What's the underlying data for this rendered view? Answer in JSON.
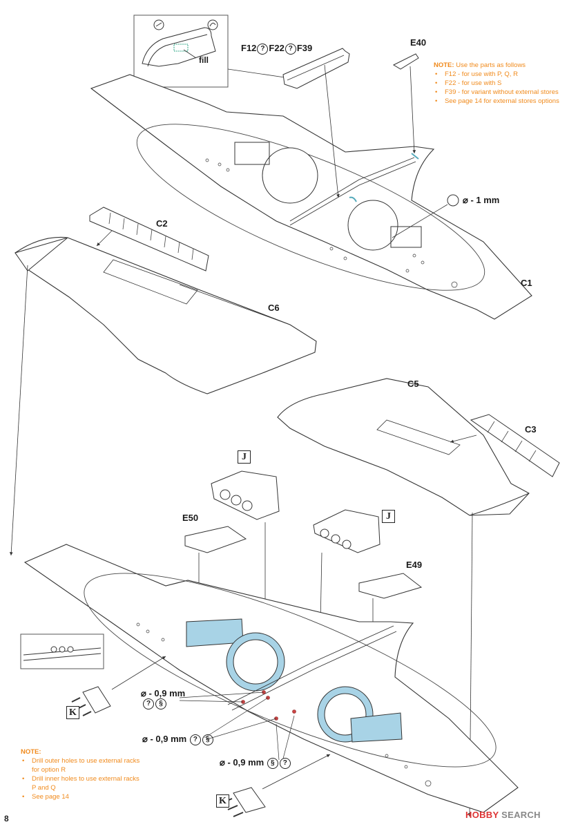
{
  "labels": {
    "f12": "F12",
    "f22": "F22",
    "f39": "F39",
    "e40": "E40",
    "c2": "C2",
    "c6": "C6",
    "c1": "C1",
    "c5": "C5",
    "c3": "C3",
    "e50": "E50",
    "e49": "E49",
    "j_left": "J",
    "j_right": "J",
    "k_left": "K",
    "k_bottom": "K",
    "fill": "fill"
  },
  "drill": {
    "top": "⌀ - 1 mm",
    "a": "⌀ - 0,9 mm",
    "b": "⌀ - 0,9 mm",
    "c": "⌀ - 0,9 mm"
  },
  "note_top": {
    "head": "NOTE:",
    "intro": " Use the parts as follows",
    "items": [
      "F12 - for use with P, Q, R",
      "F22 - for use with S",
      "F39 - for variant without external stores",
      "See page 14 for external stores options"
    ]
  },
  "note_bottom": {
    "head": "NOTE:",
    "items": [
      "Drill outer holes to use external racks for option R",
      "Drill inner holes to use external racks P and Q",
      "See page 14"
    ]
  },
  "page_number": "8",
  "watermark": {
    "logo": "HOBBY",
    "text": "SEARCH"
  },
  "colors": {
    "accent": "#f08a1c",
    "highlight": "#a8d3e6",
    "line": "#333333"
  }
}
